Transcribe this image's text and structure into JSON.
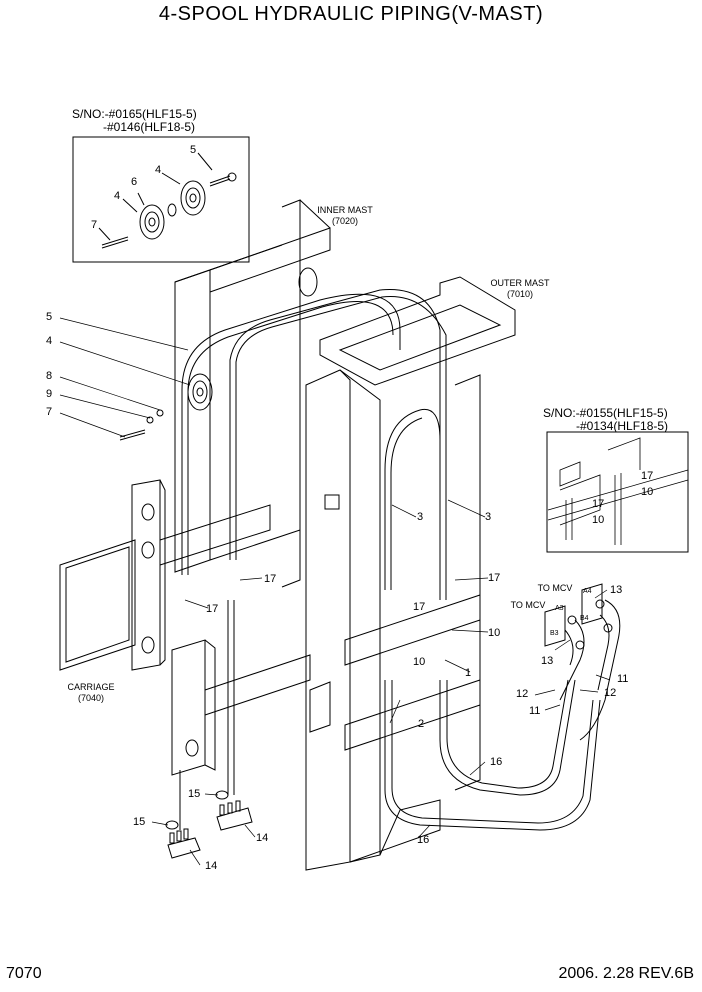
{
  "title": "4-SPOOL HYDRAULIC PIPING(V-MAST)",
  "page_number": "7070",
  "revision": "2006. 2.28  REV.6B",
  "inset1": {
    "line1": "S/NO:-#0165(HLF15-5)",
    "line2": "-#0146(HLF18-5)"
  },
  "inset2": {
    "line1": "S/NO:-#0155(HLF15-5)",
    "line2": "-#0134(HLF18-5)"
  },
  "captions": {
    "inner_mast": "INNER MAST",
    "inner_mast_code": "(7020)",
    "outer_mast": "OUTER MAST",
    "outer_mast_code": "(7010)",
    "carriage": "CARRIAGE",
    "carriage_code": "(7040)",
    "to_mcv": "TO MCV",
    "a4": "A4",
    "b4": "B4",
    "a3": "A3",
    "b3": "B3"
  },
  "callouts": [
    "1",
    "2",
    "3",
    "4",
    "5",
    "6",
    "7",
    "8",
    "9",
    "10",
    "11",
    "12",
    "13",
    "14",
    "15",
    "16",
    "17"
  ]
}
